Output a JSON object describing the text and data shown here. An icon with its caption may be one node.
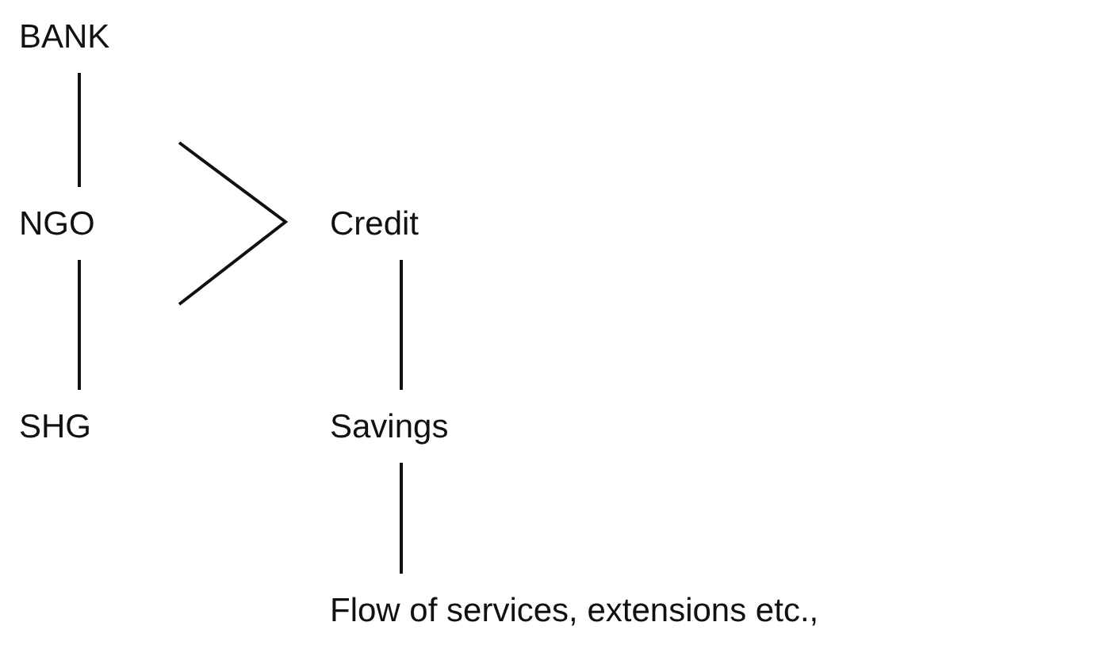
{
  "diagram": {
    "nodes": [
      {
        "text": [
          "BANK"
        ]
      },
      {
        "text": [
          "NGO"
        ]
      },
      {
        "text": [
          "SHG"
        ]
      },
      {
        "text": [
          "Credit"
        ]
      },
      {
        "text": [
          "Savings"
        ]
      },
      {
        "text": [
          "Flow of services, extensions etc.,"
        ]
      }
    ],
    "edges": [
      {
        "from": 0,
        "to": 1,
        "arrow": "none"
      },
      {
        "from": 1,
        "to": 2,
        "arrow": "none"
      },
      {
        "from": 3,
        "to": 4,
        "arrow": "none"
      },
      {
        "from": 4,
        "to": 5,
        "arrow": "none"
      }
    ]
  }
}
